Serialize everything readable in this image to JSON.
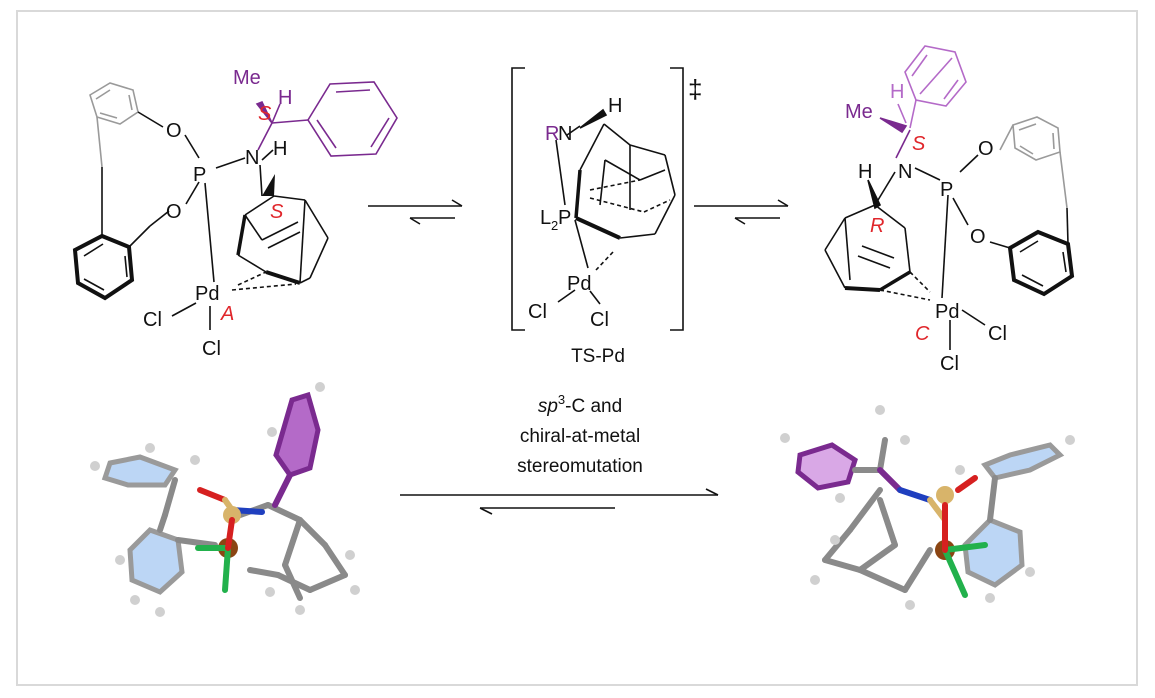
{
  "left_structure": {
    "atoms": {
      "me": "Me",
      "h_top": "H",
      "s_top": "S",
      "n": "N",
      "h_n": "H",
      "o_top": "O",
      "p": "P",
      "o_bot": "O",
      "s_mid": "S",
      "pd": "Pd",
      "a": "A",
      "cl_left": "Cl",
      "cl_bot": "Cl"
    }
  },
  "ts_structure": {
    "atoms": {
      "r": "R",
      "n": "N",
      "h": "H",
      "l2p": "L",
      "l2p_sub": "2",
      "l2p_p": "P",
      "pd": "Pd",
      "cl_left": "Cl",
      "cl_right": "Cl",
      "dagger": "‡"
    },
    "label": "TS-Pd"
  },
  "right_structure": {
    "atoms": {
      "me": "Me",
      "h_top": "H",
      "s_top": "S",
      "n": "N",
      "h_n": "H",
      "o_top": "O",
      "p": "P",
      "o_bot": "O",
      "r_mid": "R",
      "pd": "Pd",
      "c": "C",
      "cl_right": "Cl",
      "cl_bot": "Cl"
    }
  },
  "caption": {
    "line1_italic": "sp",
    "line1_sup": "3",
    "line1_rest": "-C and",
    "line2": "chiral-at-metal",
    "line3": "stereomutation"
  },
  "colors": {
    "purple": "#7a2a8f",
    "light_purple": "#b46ac8",
    "red_label": "#e0262b",
    "gray": "#9a9a9a",
    "p_atom": "#d8b46a",
    "pd_atom": "#8b4513",
    "cl_atom": "#22b14c",
    "n_atom": "#1f3fbf",
    "o_atom": "#d62020",
    "arene_fill": "#bcd6f5"
  }
}
